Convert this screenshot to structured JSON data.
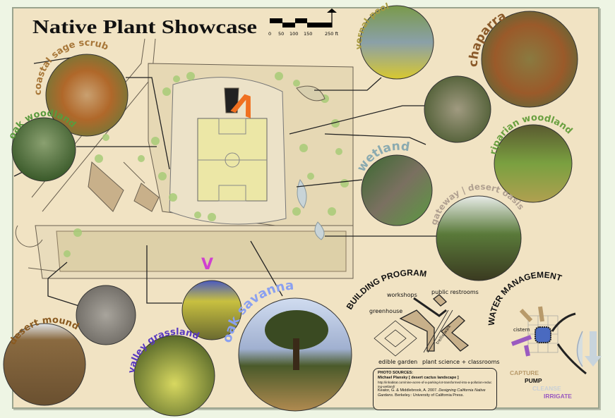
{
  "title": "Native Plant Showcase",
  "scale_bar": {
    "ticks": [
      "0",
      "50",
      "100",
      "150",
      "250 ft"
    ],
    "north_arrow": "north-arrow-icon"
  },
  "habitats": {
    "coastal_sage_scrub": "coastal sage scrub",
    "oak_woodland": "oak woodland",
    "vernal_pool": "vernal pool",
    "chaparral": "chaparral",
    "riparian_woodland": "riparian woodland",
    "wetland": "wetland",
    "gateway_desert_oasis": "gateway | desert oasis",
    "desert_mound": "desert mound",
    "valley_grassland": "valley grassland",
    "oak_savanna": "oak savanna"
  },
  "map_markers": {
    "marker_a": "Λ",
    "marker_v": "V"
  },
  "building_program": {
    "heading": "BUILDING PROGRAM",
    "labels": [
      "workshops",
      "public restrooms",
      "greenhouse",
      "edible garden",
      "plant science + classrooms",
      "trellis walk"
    ]
  },
  "water_management": {
    "heading": "WATER MANAGEMENT",
    "cistern": "cistern",
    "steps": [
      {
        "label": "CAPTURE",
        "color": "#b89a6a"
      },
      {
        "label": "PUMP",
        "color": "#111111"
      },
      {
        "label": "CLEANSE",
        "color": "#c9d0d6"
      },
      {
        "label": "IRRIGATE",
        "color": "#9a5ac0"
      }
    ]
  },
  "photo_sources": {
    "heading": "PHOTO SOURCES:",
    "lines": [
      "Michael Plansky [ desert cactus landscape ]",
      "http://inhabitat.com/nine-acres-of-a-parking-lot-transformed-into-a-pollution-reducing-wetland/",
      "Keator, G. & Middlebrook, A. 2007.",
      "Designing California Native Gardens",
      ". Berkeley.: University of California Press."
    ]
  },
  "colors": {
    "poster_bg": "#f1e3c3",
    "page_bg": "#eef5e4",
    "accent_orange": "#f07020",
    "accent_magenta": "#d040d0"
  }
}
